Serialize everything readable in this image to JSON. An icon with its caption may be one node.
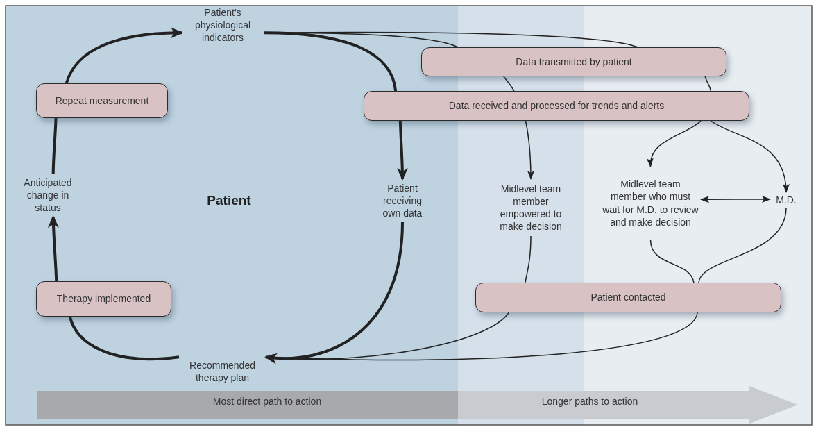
{
  "diagram": {
    "nodes": [
      {
        "text": [
          "Patient's physiological indicators"
        ]
      },
      {
        "text": [
          "Repeat measurement"
        ]
      },
      {
        "text": [
          "Anticipated change in status"
        ]
      },
      {
        "text": [
          "Data transmitted by patient"
        ]
      },
      {
        "text": [
          "Data received and processed for trends and alerts"
        ]
      },
      {
        "text": [
          "Patient receiving own data"
        ]
      },
      {
        "text": [
          "Midlevel team member empowered to make decision"
        ]
      },
      {
        "text": [
          "Midlevel team member who must wait for M.D. to review and make decision"
        ]
      },
      {
        "text": [
          "M.D."
        ]
      },
      {
        "text": [
          "Patient contacted"
        ]
      },
      {
        "text": [
          "Therapy implemented"
        ]
      },
      {
        "text": [
          "Recommended therapy plan"
        ]
      }
    ],
    "edges": [
      {
        "from": 2,
        "to": 1,
        "arrow": "none",
        "style": "thick"
      },
      {
        "from": 1,
        "to": 0,
        "arrow": "to",
        "style": "thick"
      },
      {
        "from": 11,
        "to": 10,
        "arrow": "none",
        "style": "thick"
      },
      {
        "from": 10,
        "to": 2,
        "arrow": "to",
        "style": "thick"
      },
      {
        "from": 0,
        "to": 4,
        "arrow": "none",
        "style": "thick"
      },
      {
        "from": 4,
        "to": 5,
        "arrow": "to",
        "style": "thick"
      },
      {
        "from": 0,
        "to": 3,
        "arrow": "none"
      },
      {
        "from": 0,
        "to": 3,
        "arrow": "none"
      },
      {
        "from": 3,
        "to": 4,
        "arrow": "none"
      },
      {
        "from": 3,
        "to": 4,
        "arrow": "none"
      },
      {
        "from": 4,
        "to": 6,
        "arrow": "to"
      },
      {
        "from": 4,
        "to": 7,
        "arrow": "to"
      },
      {
        "from": 4,
        "to": 8,
        "arrow": "to"
      },
      {
        "from": 7,
        "to": 8,
        "arrow": "both"
      },
      {
        "from": 6,
        "to": 9,
        "arrow": "none"
      },
      {
        "from": 7,
        "to": 9,
        "arrow": "none"
      },
      {
        "from": 8,
        "to": 9,
        "arrow": "none"
      },
      {
        "from": 9,
        "to": 11,
        "arrow": "to"
      },
      {
        "from": 9,
        "to": 11,
        "arrow": "to"
      },
      {
        "from": 5,
        "to": 11,
        "arrow": "to",
        "style": "thick"
      }
    ],
    "labels": [
      "Patient",
      "Most direct path to action",
      "Longer paths to action"
    ]
  }
}
